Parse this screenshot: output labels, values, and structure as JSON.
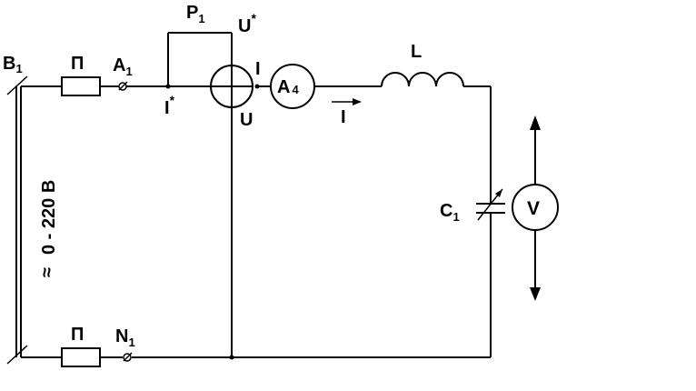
{
  "source_label": {
    "text": "B",
    "sub": "1"
  },
  "voltage_label": "0 - 220 B",
  "ac_symbol": "≈",
  "fuse_label": "П",
  "terminal_a": {
    "text": "A",
    "sub": "1"
  },
  "terminal_n": {
    "text": "N",
    "sub": "1"
  },
  "wattmeter": {
    "text": "P",
    "sub": "1",
    "u_star": "U",
    "star": "*",
    "i_star": "I",
    "u": "U",
    "i": "I"
  },
  "ammeter": {
    "text": "A",
    "sub": "4"
  },
  "current_label": "I",
  "inductor_label": "L",
  "capacitor_label": {
    "text": "C",
    "sub": "1"
  },
  "voltmeter_label": "V"
}
